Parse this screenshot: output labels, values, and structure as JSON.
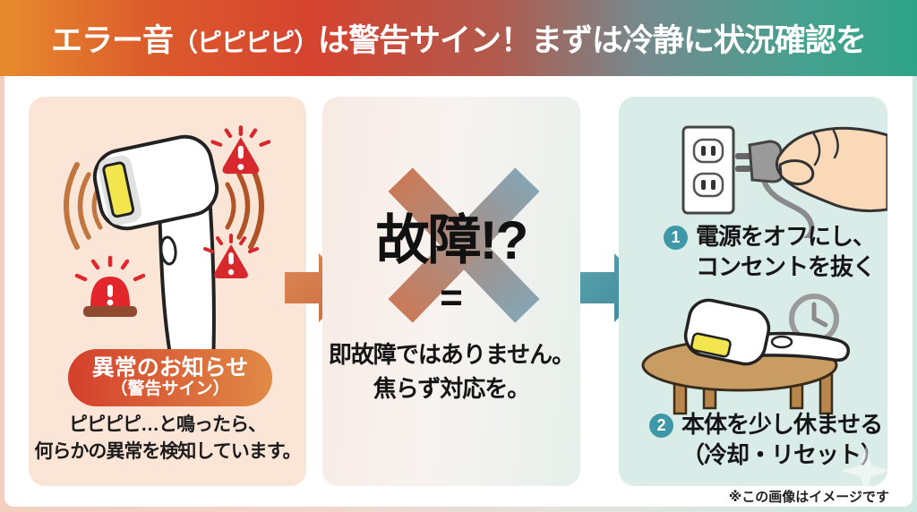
{
  "banner": {
    "title_prefix": "エラー音",
    "title_paren": "（ピピピピ）",
    "title_suffix": "は警告サイン！まずは冷静に状況確認を",
    "gradient_left": "#e78b2d",
    "gradient_mid": "#d6432f",
    "gradient_right": "#2ea487"
  },
  "panel_alert": {
    "badge_line1": "異常のお知らせ",
    "badge_line2": "（警告サイン）",
    "caption_line1": "ピピピピ…と鳴ったら、",
    "caption_line2": "何らかの異常を検知しています。",
    "bg_color": "#fbe5d6",
    "badge_color_left": "#d4402c",
    "badge_color_right": "#e08a47",
    "warning_red": "#d7282d",
    "siren_base_brown": "#8f4a2f",
    "lamp_yellow": "#f3e54e"
  },
  "panel_verdict": {
    "headline": "故障!?",
    "equals_sign": "=",
    "caption_line1": "即故障ではありません。",
    "caption_line2": "焦らず対応を。",
    "x_color_left": "#ca7a58",
    "x_color_right": "#86a4b3"
  },
  "panel_steps": {
    "bg_color": "#d9ece7",
    "number_badge_color": "#3f98a7",
    "step1_number": "1",
    "step1_line1": "電源をオフにし、",
    "step1_line2": "コンセントを抜く",
    "step2_number": "2",
    "step2_line1": "本体を少し休ませる",
    "step2_line2": "（冷却・リセット）",
    "table_brown": "#c99c63",
    "clock_gray": "#9a9a9a"
  },
  "arrows": {
    "first_color": "#d4764a",
    "second_color": "#4c93a3"
  },
  "footer": {
    "disclaimer": "※この画像はイメージです"
  },
  "icons": {
    "warning_triangle": "warning-triangle-icon",
    "siren": "siren-icon",
    "sound_waves": "sound-waves-icon",
    "arrow_right": "arrow-right-icon",
    "x_mark": "x-mark-icon",
    "clock": "clock-icon",
    "sparkle": "sparkle-icon"
  }
}
